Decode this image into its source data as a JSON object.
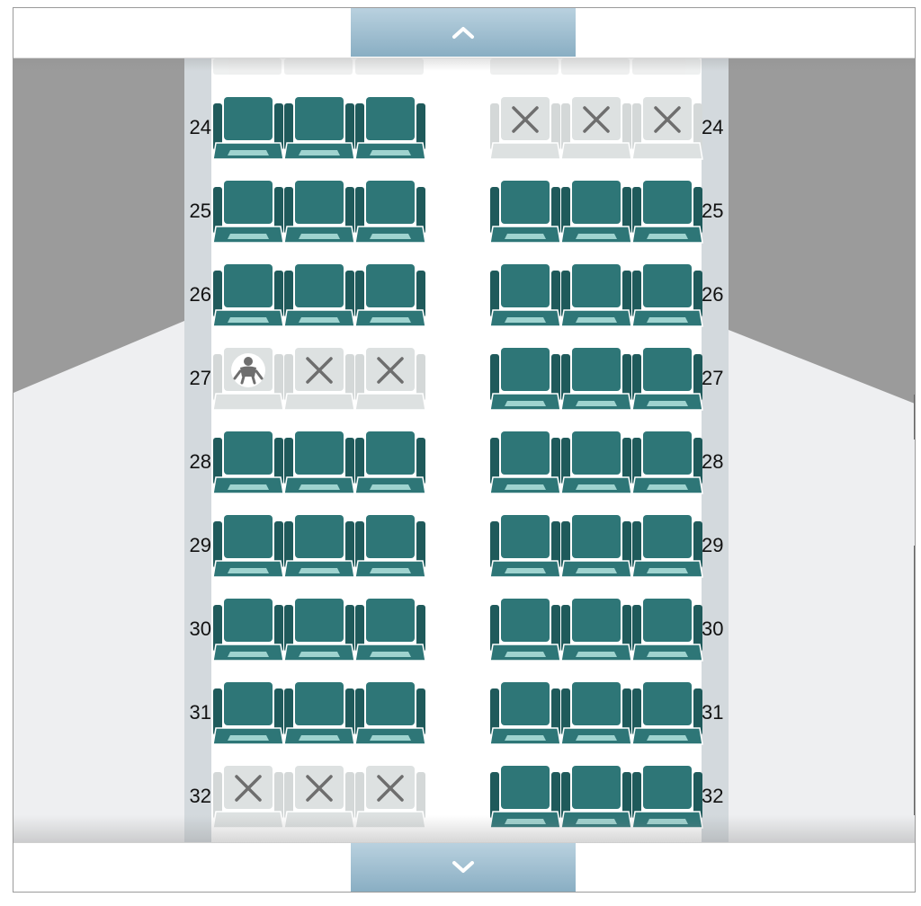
{
  "navigation": {
    "scroll_up_icon": "chevron-up-icon",
    "scroll_down_icon": "chevron-down-icon"
  },
  "colors": {
    "seat_available": "#2e7677",
    "seat_available_dark": "#1f5a5b",
    "seat_unavailable": "#dde1e1",
    "unavailable_mark": "#6e6e6e",
    "fuselage": "#d3d9dd",
    "wing": "#9b9b9b",
    "scroll_button": "#9fbfd1"
  },
  "rows": [
    {
      "label": "24",
      "left": [
        "available",
        "available",
        "available"
      ],
      "right": [
        "unavailable",
        "unavailable",
        "unavailable"
      ]
    },
    {
      "label": "25",
      "left": [
        "available",
        "available",
        "available"
      ],
      "right": [
        "available",
        "available",
        "available"
      ]
    },
    {
      "label": "26",
      "left": [
        "available",
        "available",
        "available"
      ],
      "right": [
        "available",
        "available",
        "available"
      ]
    },
    {
      "label": "27",
      "left": [
        "bassinet",
        "unavailable",
        "unavailable"
      ],
      "right": [
        "available",
        "available",
        "available"
      ]
    },
    {
      "label": "28",
      "left": [
        "available",
        "available",
        "available"
      ],
      "right": [
        "available",
        "available",
        "available"
      ]
    },
    {
      "label": "29",
      "left": [
        "available",
        "available",
        "available"
      ],
      "right": [
        "available",
        "available",
        "available"
      ]
    },
    {
      "label": "30",
      "left": [
        "available",
        "available",
        "available"
      ],
      "right": [
        "available",
        "available",
        "available"
      ]
    },
    {
      "label": "31",
      "left": [
        "available",
        "available",
        "available"
      ],
      "right": [
        "available",
        "available",
        "available"
      ]
    },
    {
      "label": "32",
      "left": [
        "unavailable",
        "unavailable",
        "unavailable"
      ],
      "right": [
        "available",
        "available",
        "available"
      ]
    }
  ]
}
